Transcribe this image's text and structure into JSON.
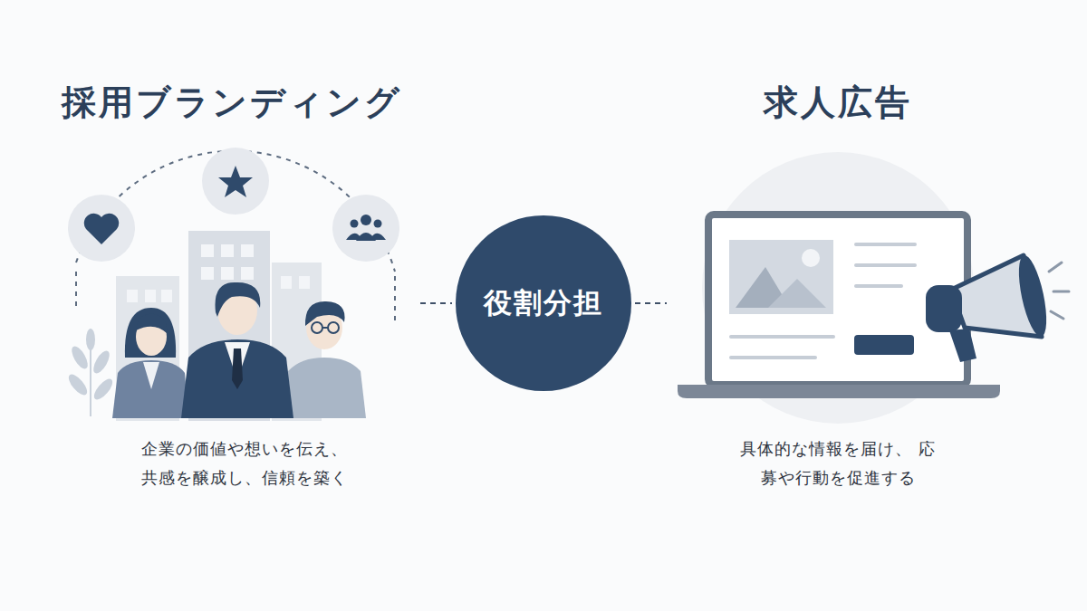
{
  "diagram": {
    "nodes": [
      {
        "text": [
          "採用ブランディング",
          "企業の価値や想いを伝え、 共感を醸成し、信頼を築く"
        ]
      },
      {
        "text": [
          "役割分担"
        ]
      },
      {
        "text": [
          "求人広告",
          "具体的な情報を届け、 応募や行動を促進する"
        ]
      }
    ],
    "edges": [
      {
        "from": 0,
        "to": 1,
        "arrow": "none"
      },
      {
        "from": 1,
        "to": 2,
        "arrow": "none"
      }
    ]
  }
}
